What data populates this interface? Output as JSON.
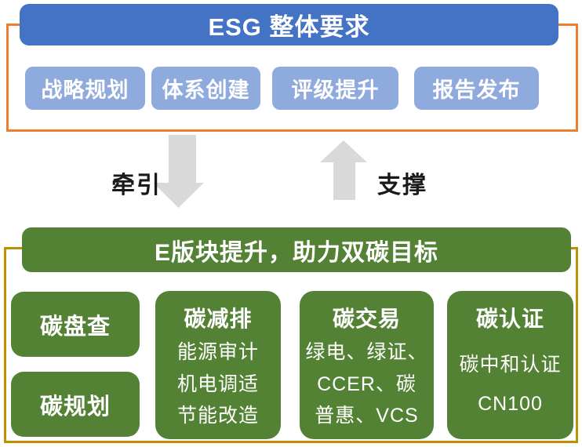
{
  "top": {
    "header": "ESG 整体要求",
    "buttons": [
      "战略规划",
      "体系创建",
      "评级提升",
      "报告发布"
    ]
  },
  "connectors": {
    "down_arrow_label": "牵引",
    "up_arrow_label": "支撑"
  },
  "bottom": {
    "header": "E版块提升，助力双碳目标",
    "stack_boxes": [
      "碳盘查",
      "碳规划"
    ],
    "cards": [
      {
        "title": "碳减排",
        "lines": [
          "能源审计",
          "机电调适",
          "节能改造"
        ]
      },
      {
        "title": "碳交易",
        "lines": [
          "绿电、绿证、",
          "CCER、碳",
          "普惠、VCS"
        ]
      },
      {
        "title": "碳认证",
        "lines": [
          "碳中和认证",
          "CN100"
        ]
      }
    ]
  },
  "colors": {
    "header_blue": "#4472C4",
    "sub_button_blue": "#8FAADC",
    "orange_frame": "#ED7D31",
    "green": "#548235",
    "gold_frame": "#BF9000",
    "arrow_gray": "#D9D9D9",
    "label_black": "#1A1A1A",
    "background": "#FFFFFF"
  }
}
